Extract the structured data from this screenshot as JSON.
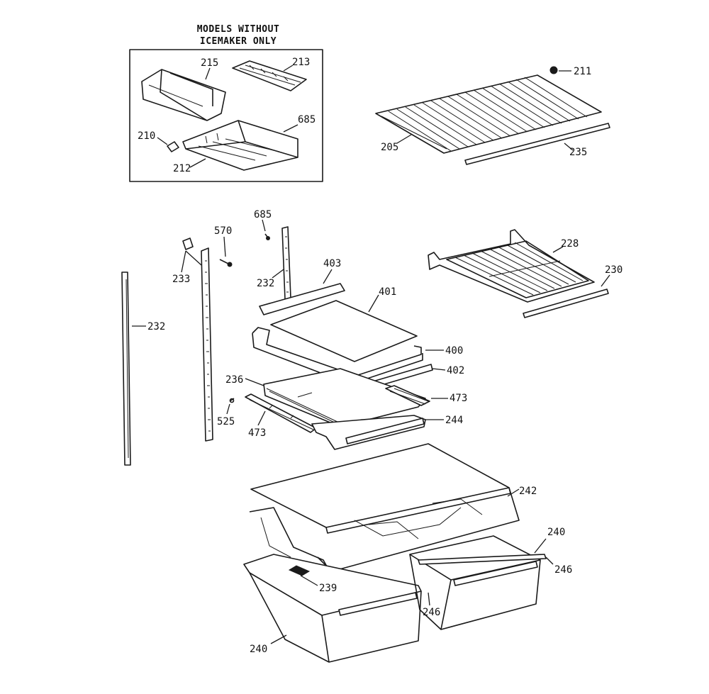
{
  "inset": {
    "title_line1": "MODELS WITHOUT",
    "title_line2": "ICEMAKER ONLY"
  },
  "callouts": {
    "c215": "215",
    "c213": "213",
    "c685_inset": "685",
    "c210": "210",
    "c212": "212",
    "c211": "211",
    "c205": "205",
    "c235": "235",
    "c685": "685",
    "c570": "570",
    "c233": "233",
    "c232_center": "232",
    "c403": "403",
    "c401": "401",
    "c228": "228",
    "c230": "230",
    "c232_left": "232",
    "c400": "400",
    "c402": "402",
    "c236": "236",
    "c473_right": "473",
    "c525": "525",
    "c473_left": "473",
    "c244": "244",
    "c242": "242",
    "c240_right": "240",
    "c246_right": "246",
    "c239": "239",
    "c246_center": "246",
    "c240_left": "240"
  }
}
